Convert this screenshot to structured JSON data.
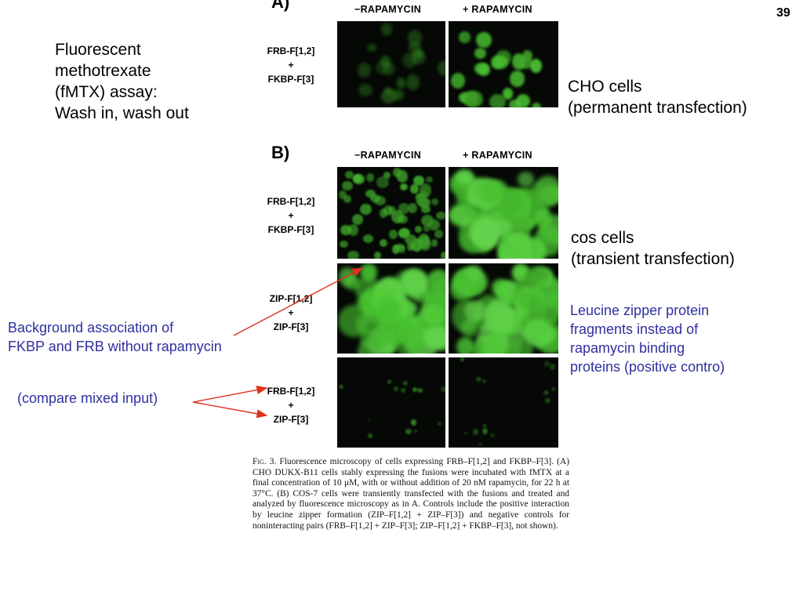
{
  "slide_number": "39",
  "left_notes": {
    "assay": "Fluorescent\nmethotrexate\n(fMTX) assay:\nWash in, wash out",
    "background": "Background association of\nFKBP and FRB without rapamycin",
    "compare": "(compare mixed input)"
  },
  "right_notes": {
    "cho": "CHO cells\n(permanent transfection)",
    "cos": "cos cells\n(transient transfection)",
    "leucine": "Leucine zipper protein\nfragments instead of\nrapamycin binding\nproteins (positive contro)"
  },
  "figure": {
    "panel_a": {
      "letter": "A)",
      "columns": [
        "−RAPAMYCIN",
        "+ RAPAMYCIN"
      ],
      "rows": [
        "FRB-F[1,2]\n+\nFKBP-F[3]"
      ]
    },
    "panel_b": {
      "letter": "B)",
      "columns": [
        "−RAPAMYCIN",
        "+ RAPAMYCIN"
      ],
      "rows": [
        "FRB-F[1,2]\n+\nFKBP-F[3]",
        "ZIP-F[1,2]\n+\nZIP-F[3]",
        "FRB-F[1,2]\n+\nZIP-F[3]"
      ]
    },
    "caption_label": "Fig. 3.",
    "caption_text": "Fluorescence microscopy of cells expressing FRB–F[1,2] and FKBP–F[3]. (A) CHO DUKX-B11 cells stably expressing the fusions were incubated with fMTX at a final concentration of 10 μM, with or without addition of 20 nM rapamycin, for 22 h at 37°C. (B) COS-7 cells were transiently transfected with the fusions and treated and analyzed by fluorescence microscopy as in A. Controls include the positive interaction by leucine zipper formation (ZIP–F[1,2] + ZIP–F[3]) and negative controls for noninteracting pairs (FRB–F[1,2] + ZIP–F[3]; ZIP–F[1,2] + FKBP–F[3], not shown)."
  },
  "colors": {
    "annotation_blue": "#2f2f9f",
    "arrow_red": "#e0301e",
    "fluorescence_green": "#4caf3a"
  }
}
